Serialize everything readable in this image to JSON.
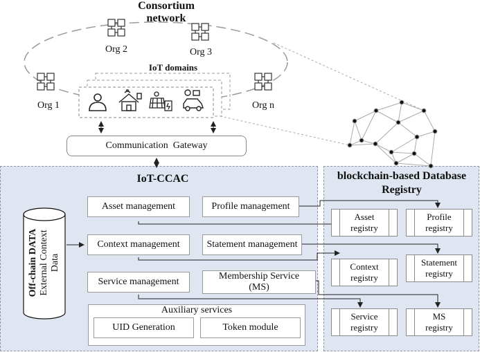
{
  "consortium": {
    "title_line1": "Consortium",
    "title_line2": "network",
    "orgs": [
      "Org 1",
      "Org 2",
      "Org 3",
      "Org n"
    ]
  },
  "iot_domains": {
    "title": "IoT domains",
    "icons": [
      "user-icon",
      "smart-home-icon",
      "solar-energy-icon",
      "smart-car-icon"
    ]
  },
  "gateway": {
    "label": "Communication  Gateway"
  },
  "ccac": {
    "title": "IoT-CCAC",
    "modules": {
      "asset": "Asset  management",
      "profile": "Profile management",
      "context": "Context management",
      "statement": "Statement management",
      "service": "Service management",
      "membership_line1": "Membership Service",
      "membership_line2": "(MS)"
    },
    "auxiliary": {
      "title": "Auxiliary services",
      "uid": "UID Generation",
      "token": "Token module"
    },
    "offchain": {
      "line1": "Off-chain DATA",
      "line2": "External Context",
      "line3": "Data"
    }
  },
  "registry": {
    "title_line1": "blockchain-based Database",
    "title_line2": "Registry",
    "items": [
      {
        "l1": "Asset",
        "l2": "registry"
      },
      {
        "l1": "Profile",
        "l2": "registry"
      },
      {
        "l1": "Context",
        "l2": "registry"
      },
      {
        "l1": "Statement",
        "l2": "registry"
      },
      {
        "l1": "Service",
        "l2": "registry"
      },
      {
        "l1": "MS",
        "l2": "registry"
      }
    ]
  }
}
